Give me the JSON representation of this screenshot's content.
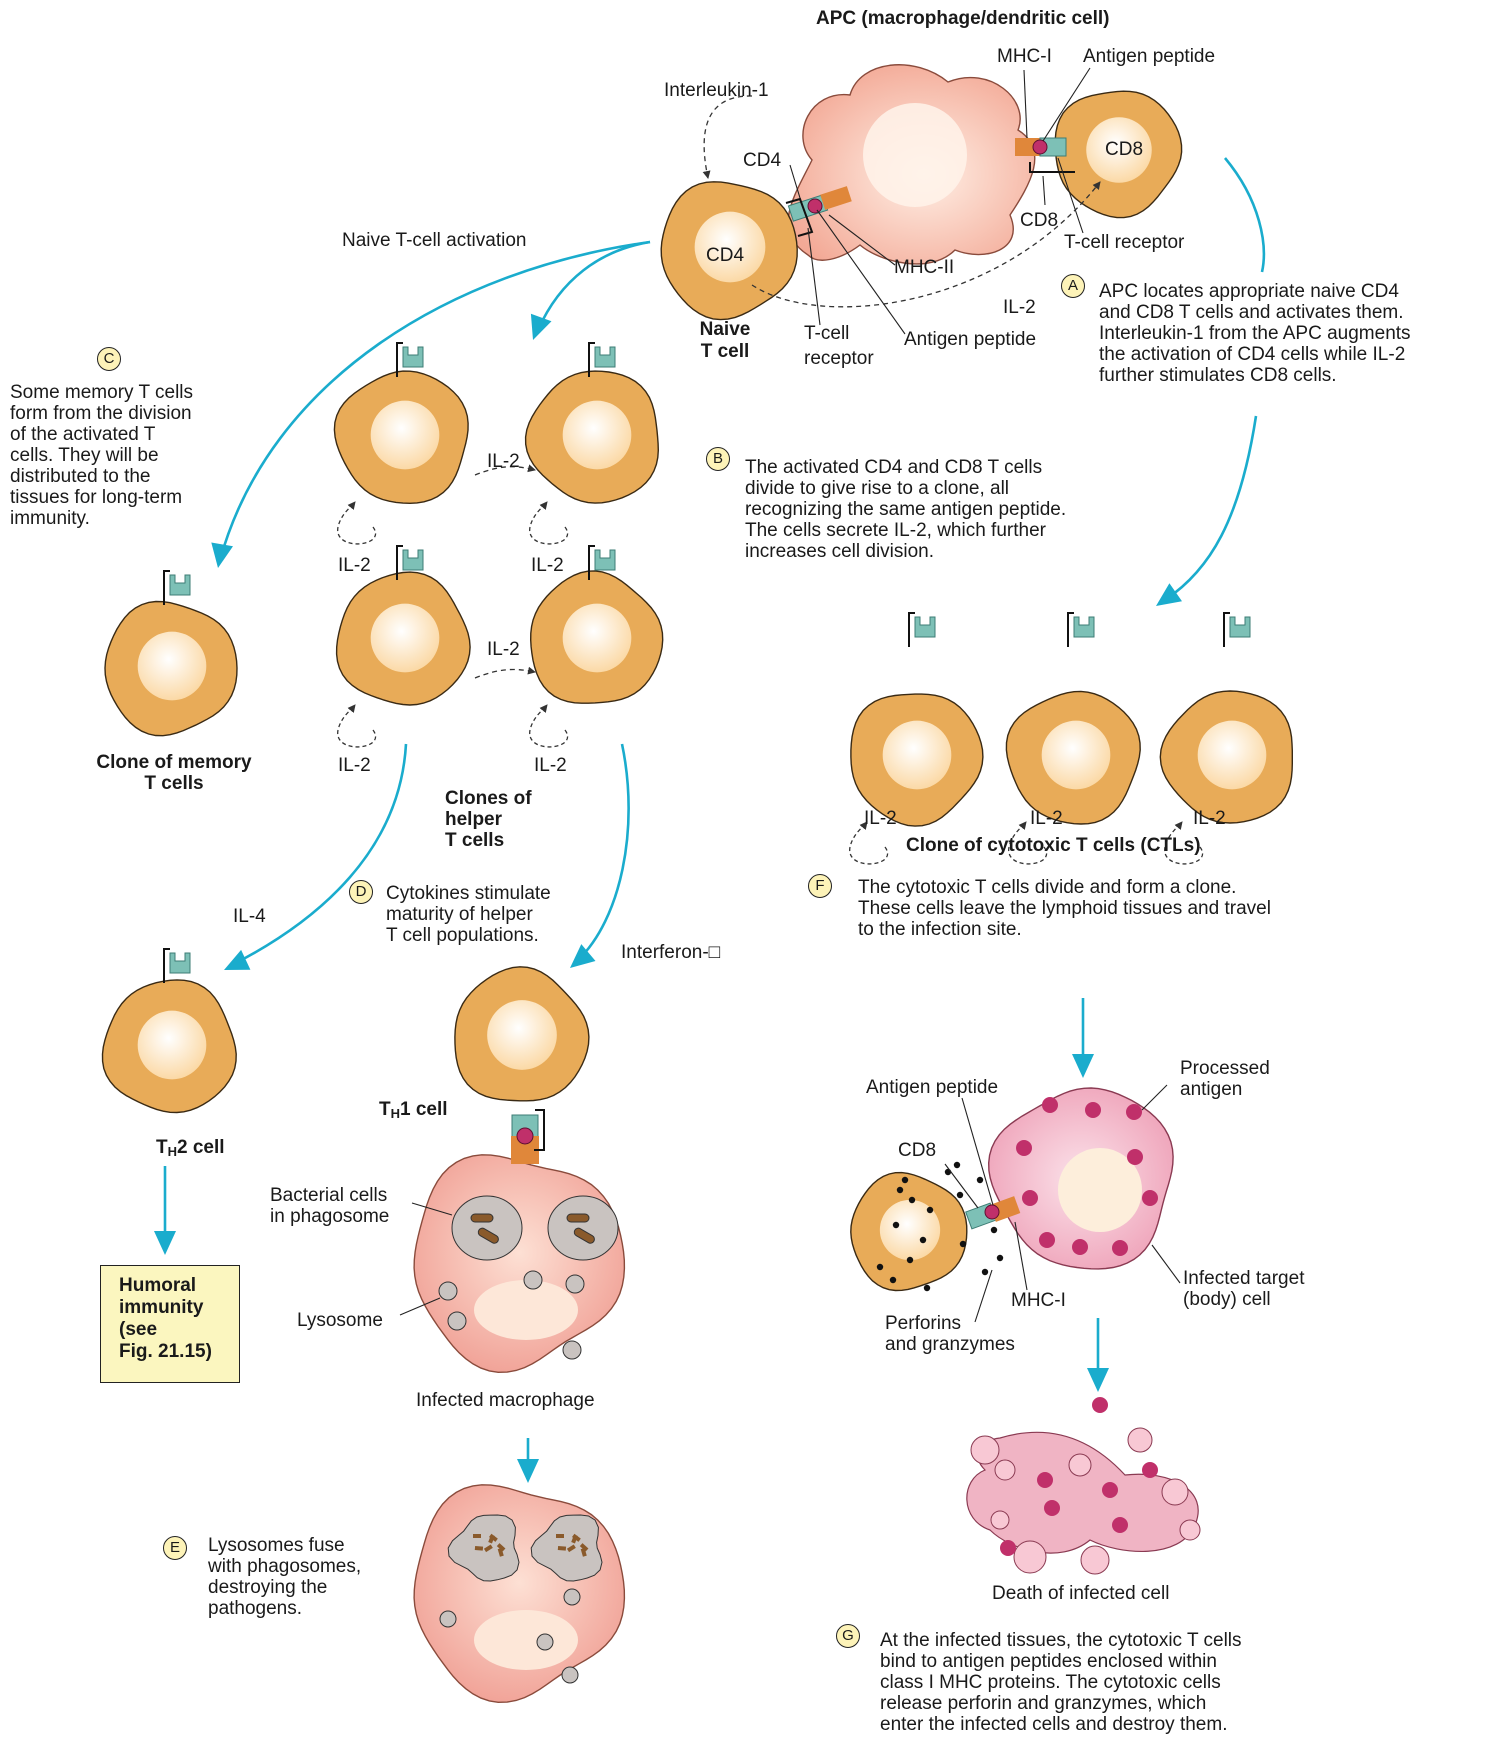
{
  "title": "APC (macrophage/dendritic cell)",
  "labels": {
    "interleukin1": "Interleukin-1",
    "mhc_i_top": "MHC-I",
    "antigen_peptide_top": "Antigen peptide",
    "cd4_top": "CD4",
    "cd8_in_cell": "CD8",
    "cd4_in_cell": "CD4",
    "cd8_below": "CD8",
    "tcr_top": "T-cell receptor",
    "naive_activation": "Naive T-cell activation",
    "mhc_ii": "MHC-II",
    "il2_top": "IL-2",
    "naive_line1": "Naive",
    "naive_line2": "T cell",
    "tcell_receptor_line1": "T-cell",
    "tcell_receptor_line2": "receptor",
    "antigen_peptide_mid": "Antigen peptide",
    "il2": "IL-2",
    "memory_clone": "Clone of memory\nT cells",
    "helper_clones": "Clones of\nhelper\nT cells",
    "ctl_clone": "Clone of cytotoxic T cells (CTLs)",
    "il4": "IL-4",
    "interferon": "Interferon-□",
    "th2_main": "T",
    "th2_sub": "H",
    "th2_rest": "2 cell",
    "th1_main": "T",
    "th1_sub": "H",
    "th1_rest": "1 cell",
    "humoral": "Humoral\nimmunity\n(see\nFig. 21.15)",
    "bacterial": "Bacterial cells\nin phagosome",
    "lysosome": "Lysosome",
    "infected_macrophage": "Infected macrophage",
    "antigen_peptide_bottom": "Antigen peptide",
    "processed": "Processed\nantigen",
    "cd8_bottom": "CD8",
    "mhc_i_bottom": "MHC-I",
    "infected_target": "Infected target\n(body) cell",
    "perforins": "Perforins\nand granzymes",
    "death": "Death of infected cell"
  },
  "steps": [
    {
      "id": "A",
      "text": "APC locates appropriate naive CD4\nand CD8 T cells and activates them.\nInterleukin-1 from the APC augments\nthe activation of CD4 cells while IL-2\nfurther stimulates CD8 cells."
    },
    {
      "id": "B",
      "text": "The activated CD4 and CD8 T cells\ndivide to give rise to a clone, all\nrecognizing the same antigen peptide.\nThe cells secrete IL-2, which further\nincreases cell division."
    },
    {
      "id": "C",
      "text": "Some memory T cells\nform from the division\nof the activated T\ncells. They will be\ndistributed to the\ntissues for long-term\nimmunity."
    },
    {
      "id": "D",
      "text": "Cytokines stimulate\nmaturity of helper\nT cell populations."
    },
    {
      "id": "E",
      "text": "Lysosomes fuse\nwith phagosomes,\ndestroying the\npathogens."
    },
    {
      "id": "F",
      "text": "The cytotoxic T cells divide and form a clone.\nThese cells leave the lymphoid tissues and travel\nto the infection site."
    },
    {
      "id": "G",
      "text": "At the infected tissues, the cytotoxic T cells\nbind to antigen peptides enclosed within\nclass I MHC proteins. The cytotoxic cells\nrelease perforin and granzymes, which\nenter the infected cells and destroy them."
    }
  ],
  "colors": {
    "tcell": "#e8ab58",
    "tcell_outline": "#3a2a14",
    "receptor": "#7dc0b6",
    "mhc": "#e0873a",
    "antigen": "#c0306a",
    "apc": "#f7c3b3",
    "arrow": "#1aaccd",
    "infected": "#f4b8c8",
    "box": "#fbf6bf"
  },
  "icons": [
    "t-cell-icon",
    "apc-cell-icon",
    "macrophage-icon",
    "target-cell-icon",
    "dead-cell-icon"
  ]
}
